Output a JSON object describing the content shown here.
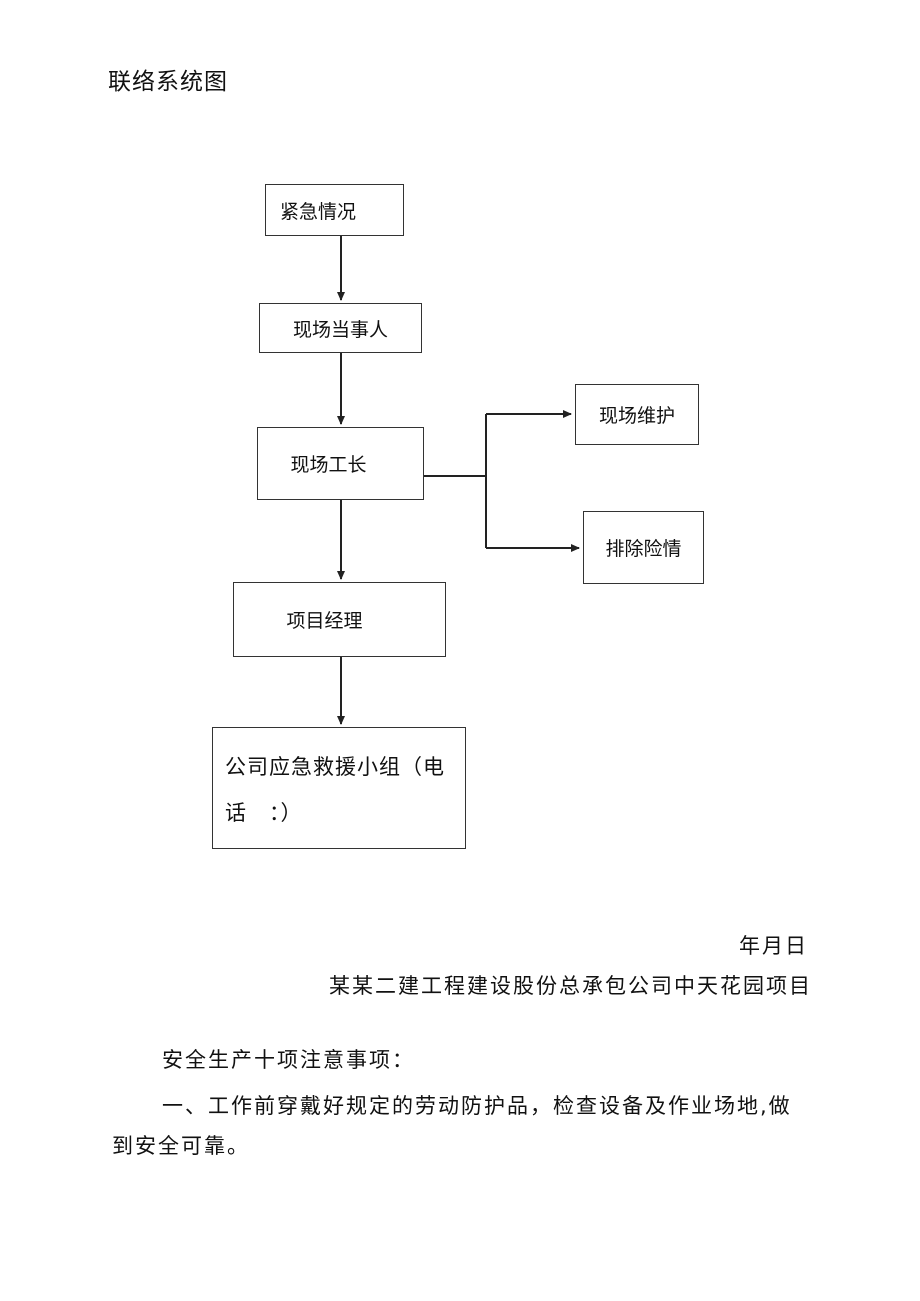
{
  "heading": "联络系统图",
  "flow": {
    "emergency": "紧急情况",
    "on_site_party": "现场当事人",
    "site_foreman": "现场工长",
    "site_maintenance": "现场维护",
    "remove_hazard": "排除险情",
    "project_manager": "项目经理",
    "company_team_line1": "公司应急救援小组（电",
    "company_team_line2": "话　：）"
  },
  "footer": {
    "date": "年月日",
    "company": "某某二建工程建设股份总承包公司中天花园项目"
  },
  "notice": {
    "title": "安全生产十项注意事项：",
    "item1": "一、工作前穿戴好规定的劳动防护品，检查设备及作业场地,做到安全可靠。"
  }
}
